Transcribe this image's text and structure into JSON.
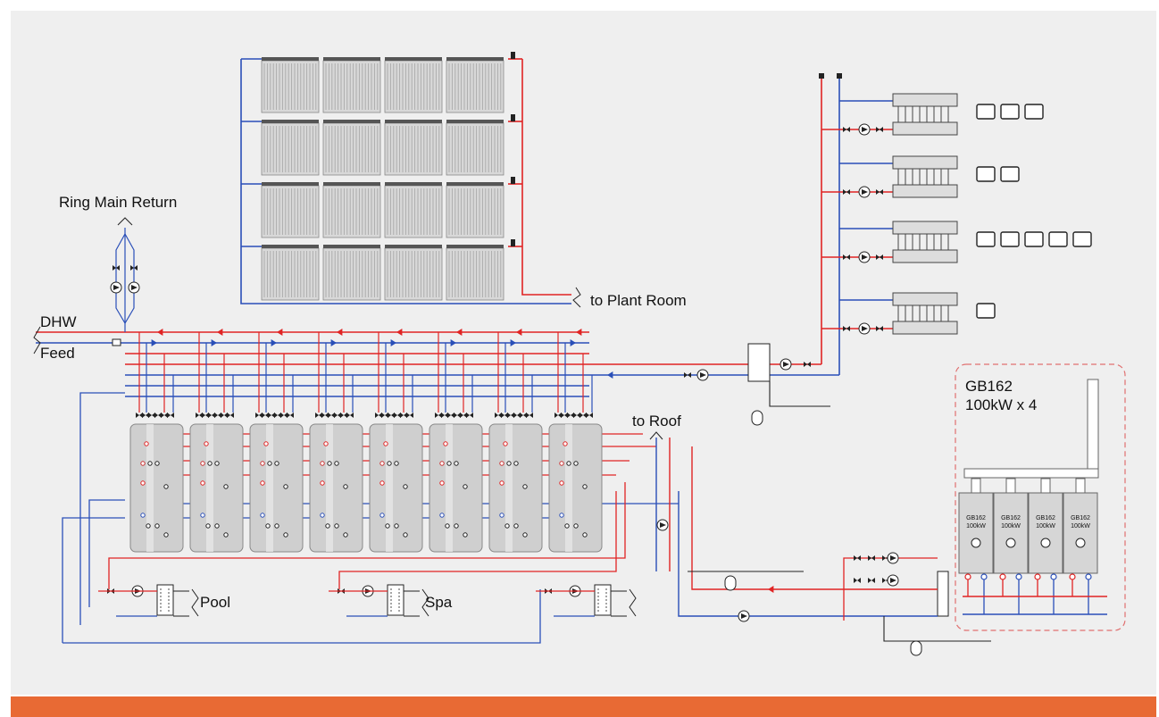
{
  "labels": {
    "ring_main_return": "Ring Main Return",
    "dhw": "DHW",
    "feed": "Feed",
    "to_plant_room": "to Plant Room",
    "to_roof": "to Roof",
    "pool": "Pool",
    "spa": "Spa",
    "boiler_group_title": "GB162",
    "boiler_group_subtitle": "100kW x 4",
    "boiler_model": "GB162",
    "boiler_rating": "100kW"
  },
  "colors": {
    "flow": "#e02424",
    "return": "#2a4fb8",
    "accent_bar": "#e86a34",
    "dashed_border": "#e07070",
    "panel": "#efefef"
  },
  "counts": {
    "storage_tanks": 8,
    "solar_collector_rows": 4,
    "collectors_per_row": 4,
    "boilers": 4,
    "heating_circuits": 4
  },
  "room_thermostats_per_circuit": [
    3,
    2,
    5,
    1
  ],
  "icons": [
    "pump-icon",
    "valve-icon",
    "heat-exchanger-icon",
    "expansion-vessel-icon",
    "thermostat-icon",
    "manifold-icon",
    "chimney-icon"
  ]
}
